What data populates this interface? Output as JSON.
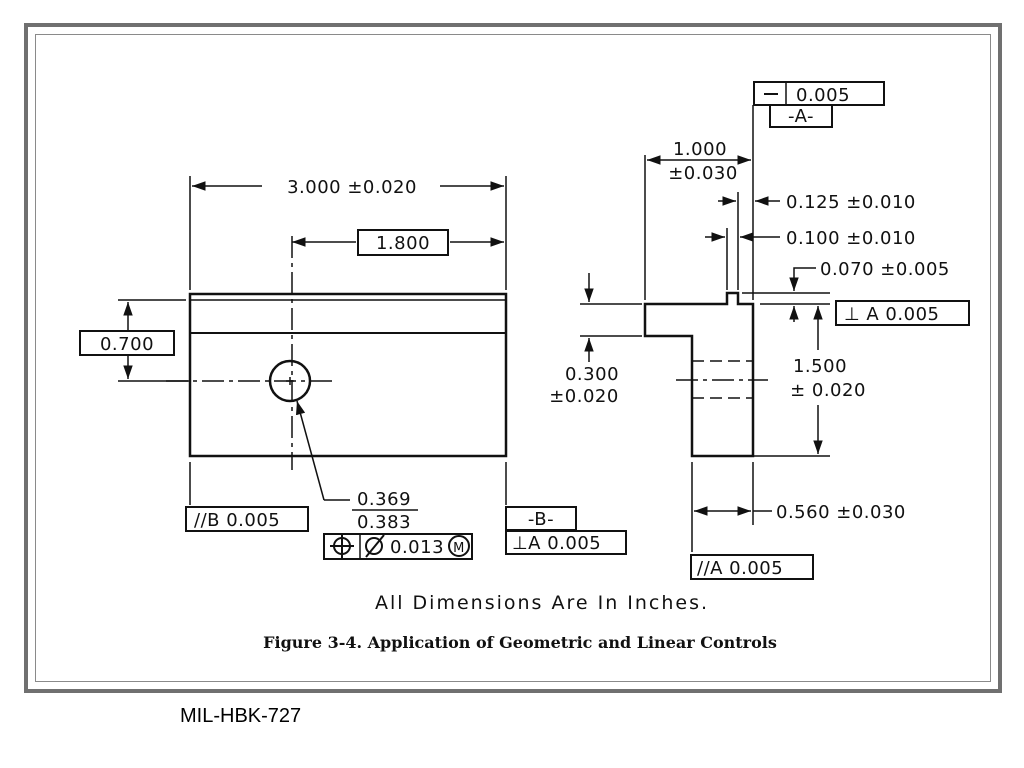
{
  "figure": {
    "top_view": {
      "overall_width": "3.000 ±0.020",
      "hole_location_x": "1.800",
      "hole_location_y": "0.700",
      "hole_diameter_upper": "0.369",
      "hole_diameter_lower": "0.383",
      "position_tolerance": "0.013",
      "position_modifier": "M",
      "parallelism_B": "//B 0.005",
      "datum_B": "-B-",
      "perpendicularity_A_bottom": "⊥A 0.005"
    },
    "side_view": {
      "flatness": "0.005",
      "datum_A": "-A-",
      "step_width_value": "1.000",
      "step_width_tol": "±0.030",
      "dim_0125": "0.125 ±0.010",
      "dim_0100": "0.100 ±0.010",
      "dim_0070": "0.070 ±0.005",
      "perpendicularity_A": "⊥ A 0.005",
      "height_value": "1.500",
      "height_tol": "± 0.020",
      "flange_value": "0.300",
      "flange_tol": "±0.020",
      "thickness": "0.560 ±0.030",
      "parallelism_A": "//A 0.005"
    },
    "note": "All Dimensions Are In Inches.",
    "caption": "Figure 3-4. Application of Geometric and Linear Controls"
  },
  "footer": {
    "source": "MIL-HBK-727"
  }
}
